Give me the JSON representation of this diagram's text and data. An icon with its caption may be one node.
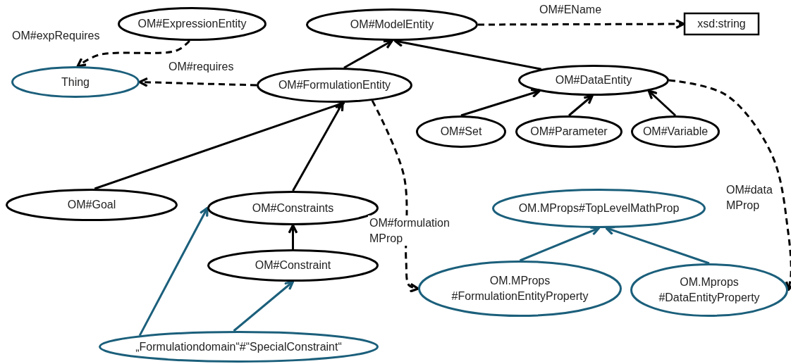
{
  "diagram": {
    "nodes": [
      {
        "text": [
          "OM#ExpressionEntity"
        ]
      },
      {
        "text": [
          "OM#ModelEntity"
        ]
      },
      {
        "text": [
          "xsd:string"
        ]
      },
      {
        "text": [
          "Thing"
        ]
      },
      {
        "text": [
          "OM#FormulationEntity"
        ]
      },
      {
        "text": [
          "OM#DataEntity"
        ]
      },
      {
        "text": [
          "OM#Set"
        ]
      },
      {
        "text": [
          "OM#Parameter"
        ]
      },
      {
        "text": [
          "OM#Variable"
        ]
      },
      {
        "text": [
          "OM#Goal"
        ]
      },
      {
        "text": [
          "OM#Constraints"
        ]
      },
      {
        "text": [
          "OM.MProps#TopLevelMathProp"
        ]
      },
      {
        "text": [
          "OM#Constraint"
        ]
      },
      {
        "text": [
          "OM.MProps #FormulationEntityProperty"
        ]
      },
      {
        "text": [
          "OM.Mprops #DataEntityProperty"
        ]
      },
      {
        "text": [
          "„Formulationdomain“#“SpecialConstraint“"
        ]
      }
    ],
    "edges": [
      {
        "from": 0,
        "to": 3,
        "arrow": "to",
        "label": "OM#expRequires",
        "style": "dashed"
      },
      {
        "from": 4,
        "to": 3,
        "arrow": "to",
        "label": "OM#requires",
        "style": "dashed"
      },
      {
        "from": 1,
        "to": 2,
        "arrow": "to",
        "label": "OM#EName",
        "style": "dashed"
      },
      {
        "from": 4,
        "to": 1,
        "arrow": "to"
      },
      {
        "from": 5,
        "to": 1,
        "arrow": "to"
      },
      {
        "from": 6,
        "to": 5,
        "arrow": "to"
      },
      {
        "from": 7,
        "to": 5,
        "arrow": "to"
      },
      {
        "from": 8,
        "to": 5,
        "arrow": "to"
      },
      {
        "from": 9,
        "to": 4,
        "arrow": "to"
      },
      {
        "from": 10,
        "to": 4,
        "arrow": "to"
      },
      {
        "from": 12,
        "to": 10,
        "arrow": "to"
      },
      {
        "from": 15,
        "to": 10,
        "arrow": "to",
        "color": "#1b5f7b"
      },
      {
        "from": 15,
        "to": 12,
        "arrow": "to",
        "color": "#1b5f7b"
      },
      {
        "from": 4,
        "to": 13,
        "arrow": "to",
        "label": "OM#formulation MProp",
        "style": "dashed"
      },
      {
        "from": 5,
        "to": 14,
        "arrow": "to",
        "label": "OM#data MProp",
        "style": "dashed"
      },
      {
        "from": 13,
        "to": 11,
        "arrow": "to",
        "color": "#1b5f7b"
      },
      {
        "from": 14,
        "to": 11,
        "arrow": "to",
        "color": "#1b5f7b"
      }
    ]
  }
}
